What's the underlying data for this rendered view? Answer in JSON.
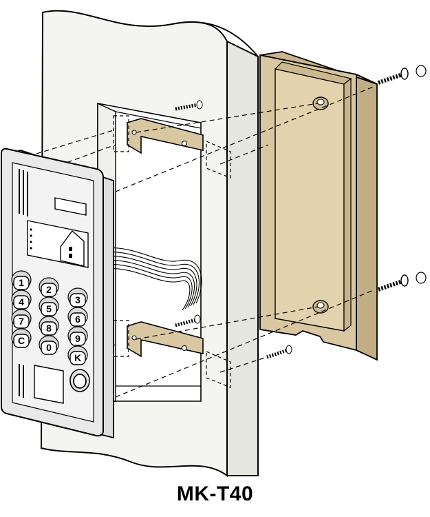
{
  "caption": "MK-T40",
  "keypad": {
    "keys": [
      "1",
      "4",
      "7",
      "C",
      "2",
      "5",
      "8",
      "0",
      "3",
      "6",
      "9",
      "K"
    ]
  },
  "colors": {
    "housing": "#d8c7a0",
    "housing_dark": "#c2ae84",
    "wall": "#f4f4f0",
    "outline": "#000000"
  }
}
